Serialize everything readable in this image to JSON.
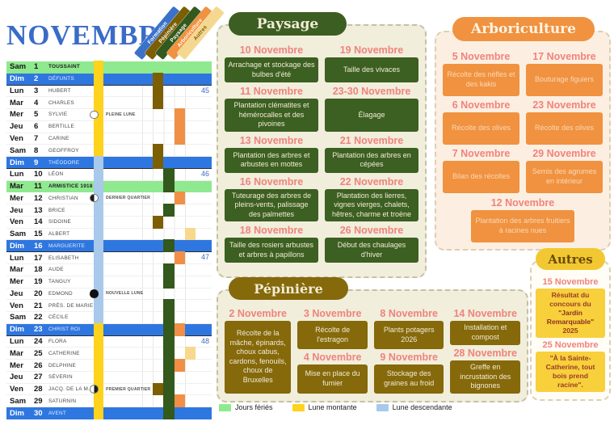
{
  "calendar": {
    "title": "NOVEMBRE",
    "ribbons": [
      {
        "key": "formation",
        "label": "Formation",
        "color": "#3b72c9",
        "text_color": "#ffffff"
      },
      {
        "key": "pepiniere",
        "label": "Pépinière",
        "color": "#7c5e03",
        "text_color": "#ffffff"
      },
      {
        "key": "paysage",
        "label": "Paysage",
        "color": "#33591d",
        "text_color": "#ffffff"
      },
      {
        "key": "arboriculture",
        "label": "Arboriculture",
        "color": "#f0923f",
        "text_color": "#ffffff"
      },
      {
        "key": "autres",
        "label": "Autres",
        "color": "#f5d88f",
        "text_color": "#7a5a10"
      }
    ],
    "days": [
      {
        "dow": "Sam",
        "num": "1",
        "name": "TOUSSAINT",
        "type": "holiday",
        "bar": "up",
        "cells": []
      },
      {
        "dow": "Dim",
        "num": "2",
        "name": "DÉFUNTS",
        "type": "sunday",
        "bar": "up",
        "cells": [
          "pepiniere"
        ],
        "week_end": true
      },
      {
        "dow": "Lun",
        "num": "3",
        "name": "HUBERT",
        "type": "normal",
        "bar": "up",
        "cells": [
          "pepiniere"
        ],
        "week": "45"
      },
      {
        "dow": "Mar",
        "num": "4",
        "name": "CHARLES",
        "type": "normal",
        "bar": "up",
        "cells": [
          "pepiniere"
        ]
      },
      {
        "dow": "Mer",
        "num": "5",
        "name": "SYLVIE",
        "type": "normal",
        "bar": "up",
        "cells": [
          "arboriculture"
        ],
        "moon": "full",
        "moon_label": "PLEINE LUNE"
      },
      {
        "dow": "Jeu",
        "num": "6",
        "name": "BERTILLE",
        "type": "normal",
        "bar": "up",
        "cells": [
          "arboriculture"
        ]
      },
      {
        "dow": "Ven",
        "num": "7",
        "name": "CARINE",
        "type": "normal",
        "bar": "up",
        "cells": [
          "arboriculture"
        ]
      },
      {
        "dow": "Sam",
        "num": "8",
        "name": "GEOFFROY",
        "type": "normal",
        "bar": "up",
        "cells": [
          "pepiniere"
        ]
      },
      {
        "dow": "Dim",
        "num": "9",
        "name": "THÉODORE",
        "type": "sunday",
        "bar": "down",
        "cells": [
          "pepiniere"
        ],
        "week_end": true
      },
      {
        "dow": "Lun",
        "num": "10",
        "name": "LÉON",
        "type": "normal",
        "bar": "down",
        "cells": [
          "paysage"
        ],
        "week": "46"
      },
      {
        "dow": "Mar",
        "num": "11",
        "name": "ARMISTICE 1918",
        "type": "holiday",
        "bar": "down",
        "cells": [
          "paysage"
        ]
      },
      {
        "dow": "Mer",
        "num": "12",
        "name": "CHRISTIAN",
        "type": "normal",
        "bar": "down",
        "cells": [
          "arboriculture"
        ],
        "moon": "last",
        "moon_label": "DERNIER QUARTIER"
      },
      {
        "dow": "Jeu",
        "num": "13",
        "name": "BRICE",
        "type": "normal",
        "bar": "down",
        "cells": [
          "paysage"
        ]
      },
      {
        "dow": "Ven",
        "num": "14",
        "name": "SIDOINE",
        "type": "normal",
        "bar": "down",
        "cells": [
          "pepiniere"
        ]
      },
      {
        "dow": "Sam",
        "num": "15",
        "name": "ALBERT",
        "type": "normal",
        "bar": "down",
        "cells": [
          "autres"
        ]
      },
      {
        "dow": "Dim",
        "num": "16",
        "name": "MARGUERITE",
        "type": "sunday",
        "bar": "down",
        "cells": [
          "paysage"
        ],
        "week_end": true
      },
      {
        "dow": "Lun",
        "num": "17",
        "name": "ELISABETH",
        "type": "normal",
        "bar": "down",
        "cells": [
          "arboriculture"
        ],
        "week": "47"
      },
      {
        "dow": "Mar",
        "num": "18",
        "name": "AUDE",
        "type": "normal",
        "bar": "down",
        "cells": [
          "paysage"
        ]
      },
      {
        "dow": "Mer",
        "num": "19",
        "name": "TANGUY",
        "type": "normal",
        "bar": "down",
        "cells": [
          "paysage"
        ]
      },
      {
        "dow": "Jeu",
        "num": "20",
        "name": "EDMOND",
        "type": "normal",
        "bar": "down",
        "cells": [],
        "moon": "new",
        "moon_label": "NOUVELLE LUNE"
      },
      {
        "dow": "Ven",
        "num": "21",
        "name": "PRÉS. DE MARIE",
        "type": "normal",
        "bar": "down",
        "cells": [
          "paysage"
        ]
      },
      {
        "dow": "Sam",
        "num": "22",
        "name": "CÉCILE",
        "type": "normal",
        "bar": "down",
        "cells": [
          "paysage"
        ]
      },
      {
        "dow": "Dim",
        "num": "23",
        "name": "CHRIST ROI",
        "type": "sunday",
        "bar": "up",
        "cells": [
          "paysage",
          "arboriculture"
        ],
        "week_end": true
      },
      {
        "dow": "Lun",
        "num": "24",
        "name": "FLORA",
        "type": "normal",
        "bar": "up",
        "cells": [
          "paysage"
        ],
        "week": "48"
      },
      {
        "dow": "Mar",
        "num": "25",
        "name": "CATHERINE",
        "type": "normal",
        "bar": "up",
        "cells": [
          "paysage",
          "autres"
        ]
      },
      {
        "dow": "Mer",
        "num": "26",
        "name": "DELPHINE",
        "type": "normal",
        "bar": "up",
        "cells": [
          "paysage",
          "arboriculture"
        ]
      },
      {
        "dow": "Jeu",
        "num": "27",
        "name": "SÉVERIN",
        "type": "normal",
        "bar": "up",
        "cells": [
          "paysage"
        ]
      },
      {
        "dow": "Ven",
        "num": "28",
        "name": "JACQ. DE LA M.",
        "type": "normal",
        "bar": "up",
        "cells": [
          "pepiniere",
          "paysage"
        ],
        "moon": "first",
        "moon_label": "PREMIER QUARTIER"
      },
      {
        "dow": "Sam",
        "num": "29",
        "name": "SATURNIN",
        "type": "normal",
        "bar": "up",
        "cells": [
          "paysage",
          "arboriculture"
        ]
      },
      {
        "dow": "Dim",
        "num": "30",
        "name": "AVENT",
        "type": "sunday",
        "bar": "up",
        "cells": [
          "paysage"
        ]
      }
    ],
    "legend": [
      {
        "key": "jours-feries",
        "label": "Jours fériés",
        "color": "#8deb8d"
      },
      {
        "key": "lune-montante",
        "label": "Lune montante",
        "color": "#ffd21c"
      },
      {
        "key": "lune-descendante",
        "label": "Lune descendante",
        "color": "#a9c9ea"
      }
    ]
  },
  "colors": {
    "bar_up": "#ffd21c",
    "bar_down": "#a9c9ea",
    "cells": {
      "formation": "#3b72c9",
      "pepiniere": "#7c5e03",
      "paysage": "#33591d",
      "arboriculture": "#f08f45",
      "autres": "#f8d88c"
    }
  },
  "sections": {
    "paysage": {
      "title": "Paysage",
      "entries": [
        {
          "date": "10 Novembre",
          "task": "Arrachage et stockage des bulbes d'été"
        },
        {
          "date": "19 Novembre",
          "task": "Taille des vivaces"
        },
        {
          "date": "11 Novembre",
          "task": "Plantation clématites et hémérocalles et des pivoines"
        },
        {
          "date": "23-30 Novembre",
          "task": "Élagage"
        },
        {
          "date": "13 Novembre",
          "task": "Plantation des arbres et arbustes en mottes"
        },
        {
          "date": "21 Novembre",
          "task": "Plantation des arbres en cépées"
        },
        {
          "date": "16 Novembre",
          "task": "Tuteurage des arbres de pleins-vents, palissage des palmettes"
        },
        {
          "date": "22 Novembre",
          "task": "Plantation des lierres, vignes vierges, chalets, hêtres, charme et troène"
        },
        {
          "date": "18 Novembre",
          "task": "Taille des rosiers arbustes et arbres à papillons"
        },
        {
          "date": "26 Novembre",
          "task": "Début des chaulages d'hiver"
        }
      ]
    },
    "pepiniere": {
      "title": "Pépinière",
      "first": {
        "date": "2 Novembre",
        "task": "Récolte de la mâche, épinards, choux cabus, cardons, fenouils, choux de Bruxelles"
      },
      "stacked": [
        [
          {
            "date": "3 Novembre",
            "task": "Récolte de l'estragon"
          },
          {
            "date": "4 Novembre",
            "task": "Mise en place du fumier"
          }
        ],
        [
          {
            "date": "8 Novembre",
            "task": "Plants potagers 2026"
          },
          {
            "date": "9 Novembre",
            "task": "Stockage des graines au froid"
          }
        ],
        [
          {
            "date": "14 Novembre",
            "task": "Installation et compost"
          },
          {
            "date": "28 Novembre",
            "task": "Greffe en incrustation des bignones"
          }
        ]
      ]
    },
    "arboriculture": {
      "title": "Arboriculture",
      "entries": [
        {
          "date": "5 Novembre",
          "task": "Récolte des nèfles et des kakis"
        },
        {
          "date": "17 Novembre",
          "task": "Bouturage figuiers"
        },
        {
          "date": "6 Novembre",
          "task": "Récolte des olives"
        },
        {
          "date": "23 Novembre",
          "task": "Récolte des olives"
        },
        {
          "date": "7 Novembre",
          "task": "Bilan des récoltes"
        },
        {
          "date": "29 Novembre",
          "task": "Semis des agrumes en intérieur"
        }
      ],
      "centered": {
        "date": "12 Novembre",
        "task": "Plantation des arbres fruitiers à racines nues"
      }
    },
    "autres": {
      "title": "Autres",
      "entries": [
        {
          "date": "15 Novembre",
          "pre": "Résultat du concours du ",
          "bold": "\"Jardin Remarquable\"",
          "post": " 2025"
        },
        {
          "date": "25 Novembre",
          "text": "\"À la Sainte-Catherine, tout bois prend racine\"."
        }
      ]
    }
  }
}
